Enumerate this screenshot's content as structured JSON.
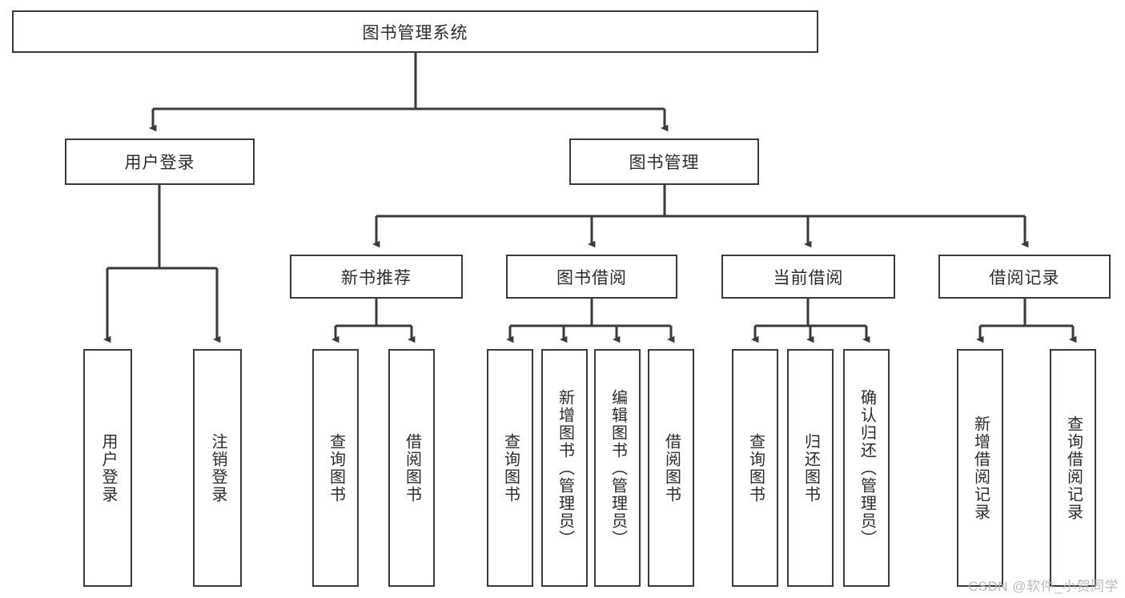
{
  "diagram": {
    "title": "图书管理系统",
    "watermark": "CSDN @软件_小贺同学",
    "colors": {
      "box_border": "#3a3a3a",
      "box_fill": "#ffffff",
      "edge": "#3a3a3a",
      "text": "#2b2b2b",
      "watermark": "#b9b9b9"
    },
    "levels": {
      "root": {
        "label": "图书管理系统"
      },
      "level2": [
        {
          "id": "user-login",
          "label": "用户登录"
        },
        {
          "id": "book-management",
          "label": "图书管理"
        }
      ],
      "level3": [
        {
          "id": "new-book-recommend",
          "label": "新书推荐"
        },
        {
          "id": "book-borrow",
          "label": "图书借阅"
        },
        {
          "id": "current-borrow",
          "label": "当前借阅"
        },
        {
          "id": "borrow-record",
          "label": "借阅记录"
        }
      ],
      "leaves": {
        "user-login": [
          {
            "id": "leaf-user-login",
            "label": "用户登录"
          },
          {
            "id": "leaf-logout-login",
            "label": "注销登录"
          }
        ],
        "new-book-recommend": [
          {
            "id": "leaf-query-book-1",
            "label": "查询图书"
          },
          {
            "id": "leaf-borrow-book-1",
            "label": "借阅图书"
          }
        ],
        "book-borrow": [
          {
            "id": "leaf-query-book-2",
            "label": "查询图书"
          },
          {
            "id": "leaf-add-book",
            "label": "新增图书（管理员）"
          },
          {
            "id": "leaf-edit-book",
            "label": "编辑图书（管理员）"
          },
          {
            "id": "leaf-borrow-book-2",
            "label": "借阅图书"
          }
        ],
        "current-borrow": [
          {
            "id": "leaf-query-book-3",
            "label": "查询图书"
          },
          {
            "id": "leaf-return-book",
            "label": "归还图书"
          },
          {
            "id": "leaf-confirm-return",
            "label": "确认归还（管理员）"
          }
        ],
        "borrow-record": [
          {
            "id": "leaf-add-record",
            "label": "新增借阅记录"
          },
          {
            "id": "leaf-query-record",
            "label": "查询借阅记录"
          }
        ]
      }
    }
  }
}
